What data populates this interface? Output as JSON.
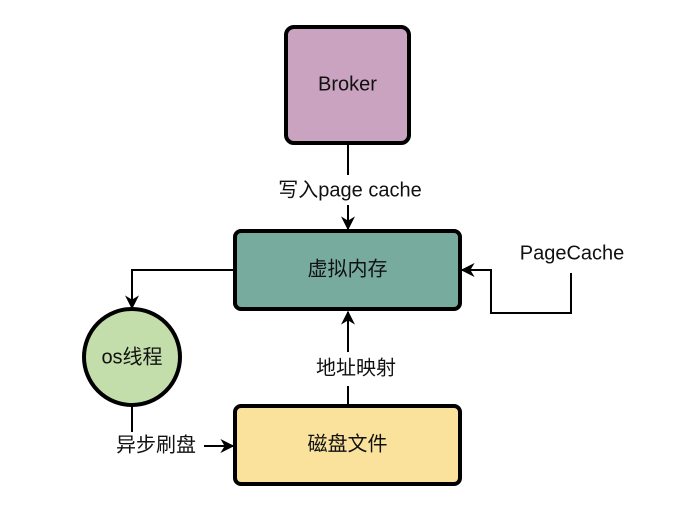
{
  "nodes": {
    "broker": {
      "label": "Broker",
      "fill": "#c9a3c0"
    },
    "virtual_memory": {
      "label": "虚拟内存",
      "fill": "#77ab9d"
    },
    "disk_file": {
      "label": "磁盘文件",
      "fill": "#fae29d"
    },
    "os_thread": {
      "label": "os线程",
      "fill": "#c3deaa"
    }
  },
  "edges": {
    "write_page_cache": {
      "label": "写入page cache"
    },
    "address_mapping": {
      "label": "地址映射"
    },
    "async_flush": {
      "label": "异步刷盘"
    },
    "page_cache": {
      "label": "PageCache"
    }
  },
  "colors": {
    "stroke": "#000000",
    "background": "#ffffff"
  }
}
